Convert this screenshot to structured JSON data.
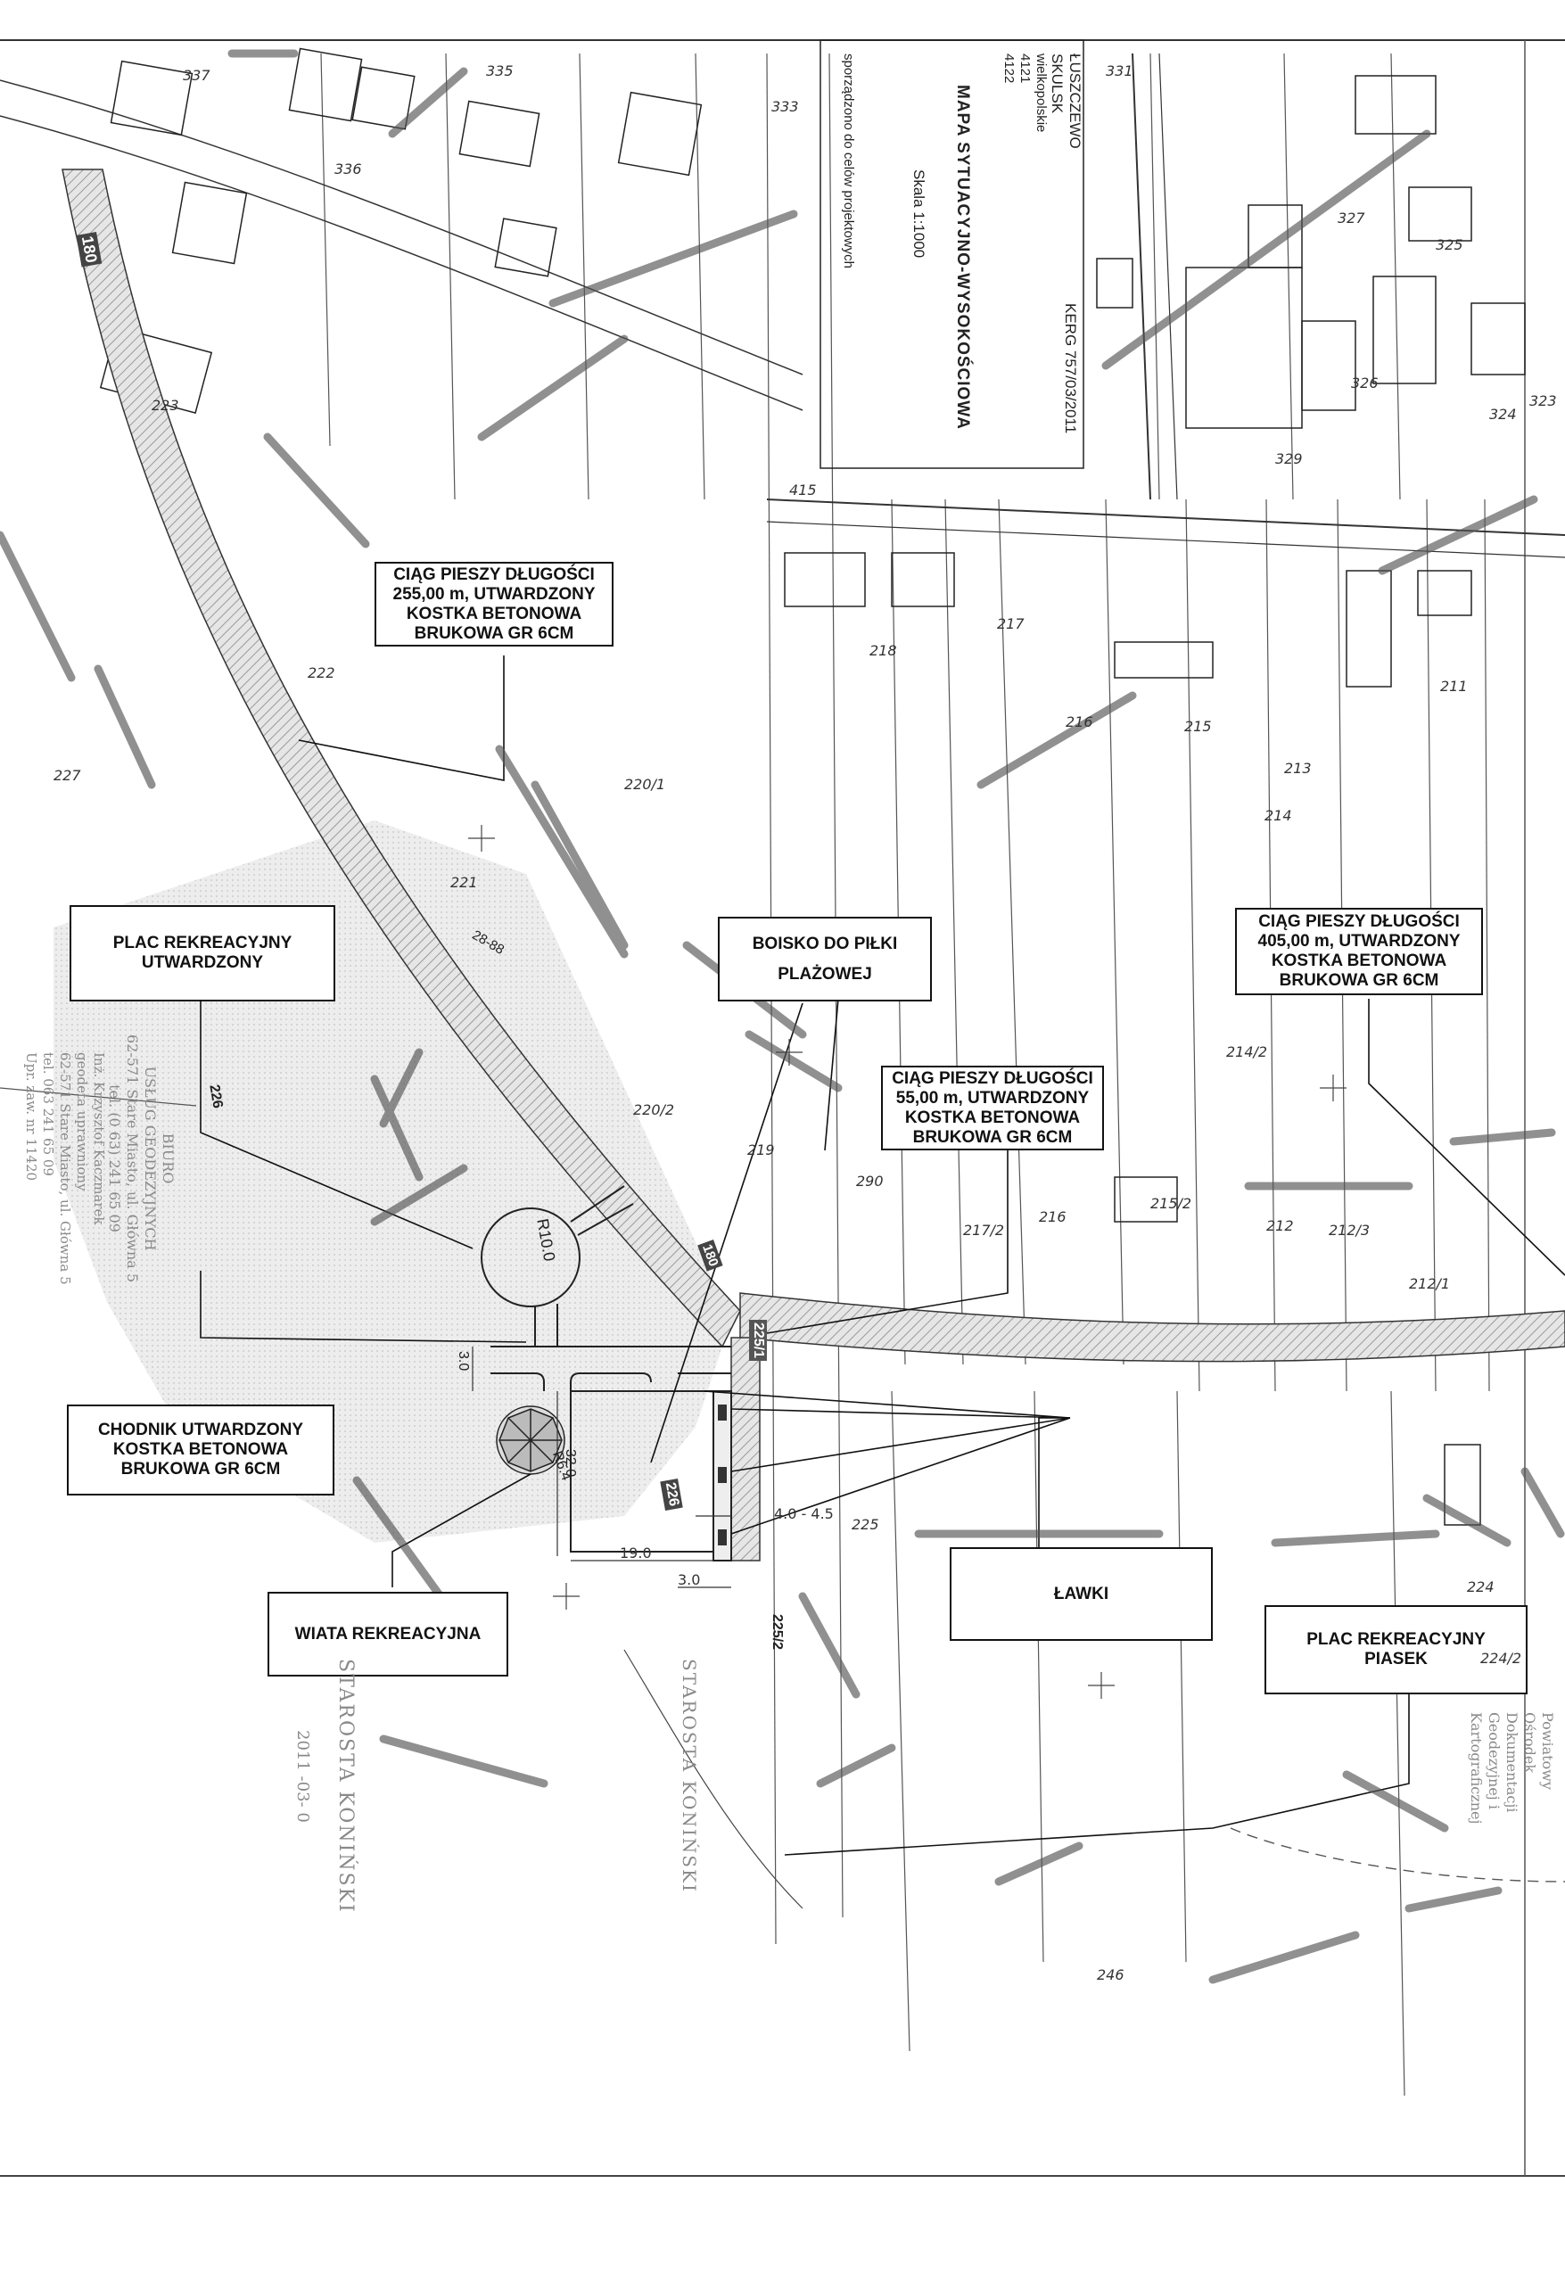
{
  "title_block": {
    "place": "ŁUSZCZEWO",
    "place2": "SKULSK",
    "region": "wielkopolskie",
    "code1": "4121",
    "code2": "4122",
    "map_title": "MAPA SYTUACYJNO-WYSOKOŚCIOWA",
    "scale": "Skala 1:1000",
    "purpose": "sporządzono do celów projektowych",
    "kerg": "KERG 757/03/2011"
  },
  "labels": {
    "ciag_255": "CIĄG PIESZY DŁUGOŚCI\n255,00 m, UTWARDZONY\nKOSTKA BETONOWA\nBRUKOWA GR 6CM",
    "plac_utwardzony": "PLAC REKREACYJNY\nUTWARDZONY",
    "boisko": "BOISKO DO PIŁKI\nPLAŻOWEJ",
    "ciag_405": "CIĄG PIESZY DŁUGOŚCI\n405,00 m, UTWARDZONY\nKOSTKA BETONOWA\nBRUKOWA GR 6CM",
    "ciag_55": "CIĄG PIESZY DŁUGOŚCI\n55,00 m, UTWARDZONY\nKOSTKA BETONOWA\nBRUKOWA GR 6CM",
    "chodnik": "CHODNIK UTWARDZONY\nKOSTKA BETONOWA\nBRUKOWA GR 6CM",
    "lawki": "ŁAWKI",
    "plac_piasek": "PLAC REKREACYJNY\nPIASEK",
    "wiata": "WIATA REKREACYJNA"
  },
  "dimensions": {
    "r10": "R10.0",
    "r64": "R6.4",
    "d30a": "3.0",
    "d320": "32.0",
    "d190": "19.0",
    "d30b": "3.0",
    "d4045": "4.0 - 4.5",
    "d2888": "28-88"
  },
  "parcels": {
    "p180": "180",
    "p226": "226",
    "p226b": "226",
    "p180b": "180",
    "p225_1": "225/1",
    "p225_2": "225/2",
    "p223": "223",
    "p222": "222",
    "p227": "227",
    "p221": "221",
    "p2201": "220/1",
    "p2202": "220/2",
    "p219": "219",
    "p218": "218",
    "p217": "217",
    "p216": "216",
    "p215": "215",
    "p214": "214",
    "p2142": "214/2",
    "p213": "213",
    "p212": "212",
    "p211": "211",
    "p290": "290",
    "p2152": "215/2",
    "p2172": "217/2",
    "p2123": "212/3",
    "p2121": "212/1",
    "p224": "224",
    "p2242": "224/2",
    "p246": "246",
    "p225": "225",
    "p337": "337",
    "p336": "336",
    "p335": "335",
    "p333": "333",
    "p331": "331",
    "p326": "326",
    "p327": "327",
    "p325": "325",
    "p324": "324",
    "p329": "329",
    "p323": "323",
    "p415": "415",
    "p216b": "216"
  },
  "stamps": {
    "biuro": "BIURO\nUSŁUG GEODEZYJNYCH\n62-571 Stare Miasto, ul. Główna 5\ntel. (0 63) 241 65 09",
    "geodeta": "Inż. Krzysztof Kaczmarek\ngeodeta uprawniony\n62-571 Stare Miasto, ul. Główna 5\ntel. 063 241 65 09\nUpr. zaw. nr 11420",
    "starosta": "STAROSTA KONIŃSKI",
    "starosta2": "STAROSTA KONIŃSKI",
    "date": "2011 -03- 0",
    "powiat": "Powiatowy Ośrodek Dokumentacji\nGeodezyjnej i Kartograficznej"
  }
}
